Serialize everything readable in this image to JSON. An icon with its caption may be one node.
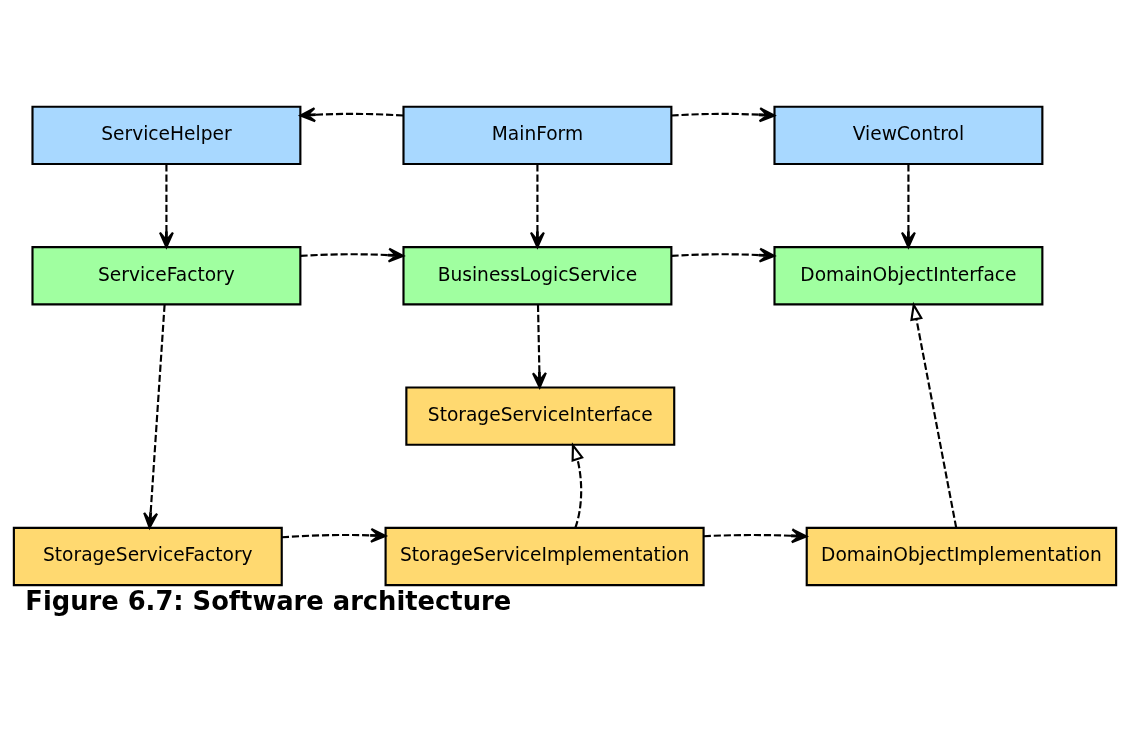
{
  "diagram": {
    "caption": "Figure 6.7: Software architecture",
    "nodes": [
      {
        "text": [
          "ServiceHelper"
        ]
      },
      {
        "text": [
          "MainForm"
        ]
      },
      {
        "text": [
          "ViewControl"
        ]
      },
      {
        "text": [
          "ServiceFactory"
        ]
      },
      {
        "text": [
          "BusinessLogicService"
        ]
      },
      {
        "text": [
          "DomainObjectInterface"
        ]
      },
      {
        "text": [
          "StorageServiceInterface"
        ]
      },
      {
        "text": [
          "StorageServiceFactory"
        ]
      },
      {
        "text": [
          "StorageServiceImplementation"
        ]
      },
      {
        "text": [
          "DomainObjectImplementation"
        ]
      }
    ],
    "edges": [
      {
        "from": 1,
        "to": 0,
        "arrow": "to",
        "style": "dashed"
      },
      {
        "from": 1,
        "to": 2,
        "arrow": "to",
        "style": "dashed"
      },
      {
        "from": 0,
        "to": 3,
        "arrow": "to",
        "style": "dashed"
      },
      {
        "from": 1,
        "to": 4,
        "arrow": "to",
        "style": "dashed"
      },
      {
        "from": 2,
        "to": 5,
        "arrow": "to",
        "style": "dashed"
      },
      {
        "from": 3,
        "to": 4,
        "arrow": "to",
        "style": "dashed"
      },
      {
        "from": 4,
        "to": 5,
        "arrow": "to",
        "style": "dashed"
      },
      {
        "from": 3,
        "to": 7,
        "arrow": "to",
        "style": "dashed"
      },
      {
        "from": 4,
        "to": 6,
        "arrow": "to",
        "style": "dashed"
      },
      {
        "from": 7,
        "to": 8,
        "arrow": "to",
        "style": "dashed"
      },
      {
        "from": 8,
        "to": 9,
        "arrow": "to",
        "style": "dashed"
      },
      {
        "from": 8,
        "to": 6,
        "arrow": "to",
        "style": "dashed"
      },
      {
        "from": 9,
        "to": 5,
        "arrow": "to",
        "style": "dashed"
      }
    ]
  }
}
